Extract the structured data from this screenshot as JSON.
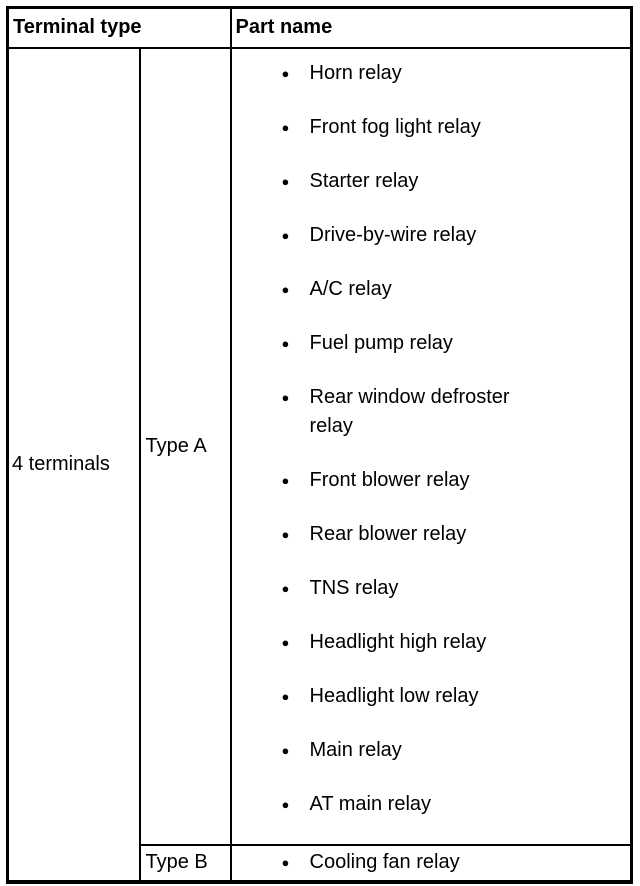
{
  "glyphs": {
    "bullet": "●"
  },
  "colors": {
    "border": "#000000",
    "text": "#000000",
    "background": "#ffffff"
  },
  "table": {
    "headers": {
      "terminal_type": "Terminal type",
      "part_name": "Part name"
    },
    "terminal_group": "4 terminals",
    "rows": [
      {
        "type": "Type A",
        "parts": [
          "Horn relay",
          "Front fog light relay",
          "Starter relay",
          "Drive-by-wire relay",
          "A/C relay",
          "Fuel pump relay",
          "Rear window defroster relay",
          "Front blower relay",
          "Rear blower relay",
          "TNS relay",
          "Headlight high relay",
          "Headlight low relay",
          "Main relay",
          "AT main relay"
        ]
      },
      {
        "type": "Type B",
        "parts": [
          "Cooling fan relay"
        ]
      }
    ]
  }
}
